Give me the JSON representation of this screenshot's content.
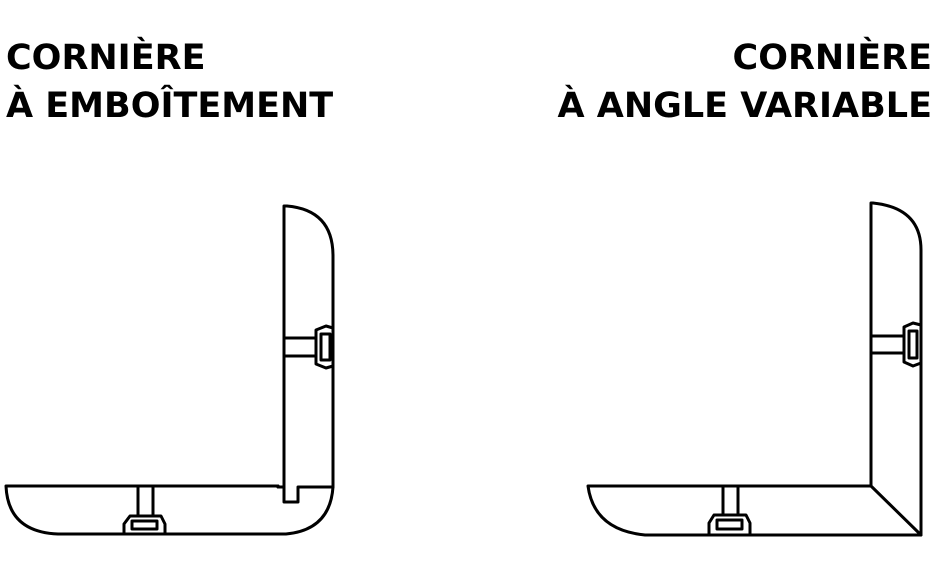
{
  "left_panel": {
    "title_line1": "CORNIÈRE",
    "title_line2": "À EMBOÎTEMENT"
  },
  "right_panel": {
    "title_line1": "CORNIÈRE",
    "title_line2": "À ANGLE VARIABLE"
  },
  "colors": {
    "background": "#ffffff",
    "ink": "#000000"
  }
}
